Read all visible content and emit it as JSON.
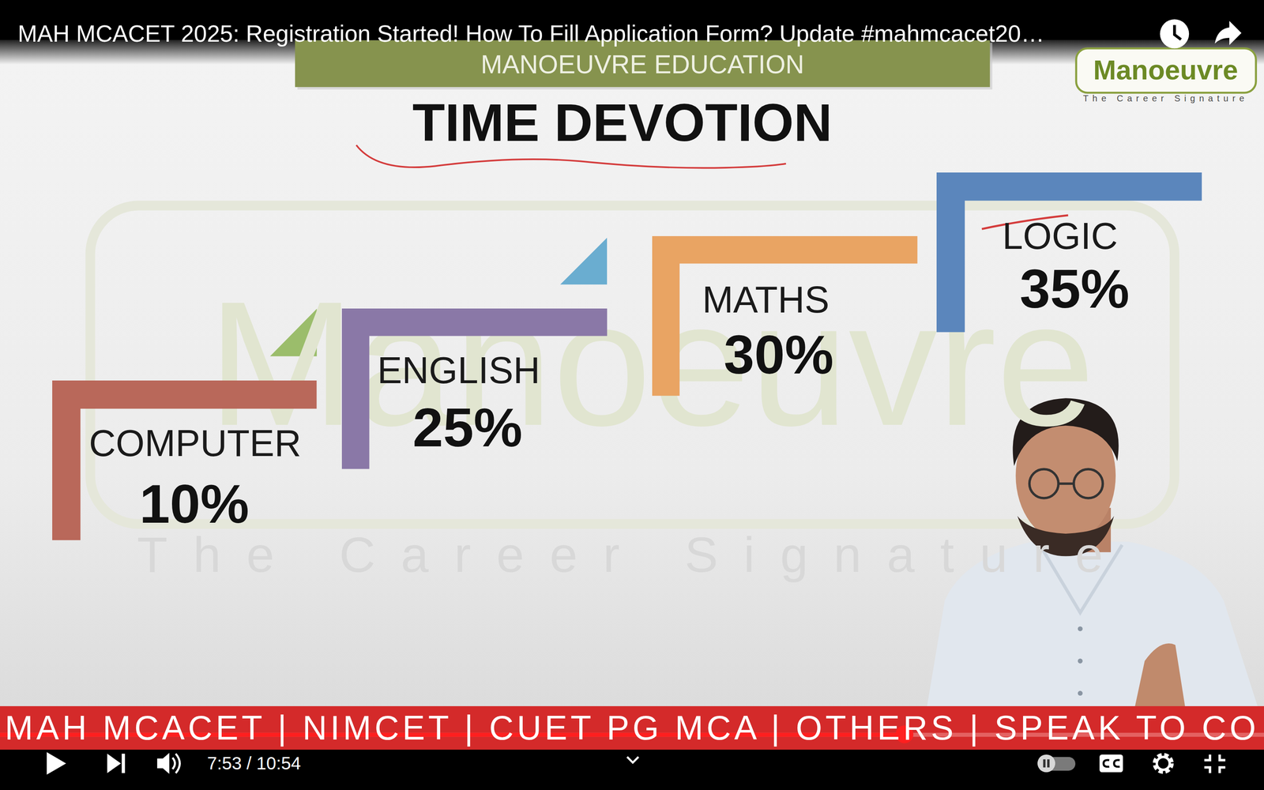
{
  "diagram": {
    "title": "TIME DEVOTION",
    "nodes": [
      {
        "text": [
          "COMPUTER",
          "10%"
        ]
      },
      {
        "text": [
          "ENGLISH",
          "25%"
        ]
      },
      {
        "text": [
          "MATHS",
          "30%"
        ]
      },
      {
        "text": [
          "LOGIC",
          "35%"
        ]
      }
    ],
    "labels": [
      "MAH MCACET 2025: Registration Started! How To Fill Application Form? Update #mahmcacet20…",
      "MANOEUVRE EDUCATION",
      "Manoeuvre",
      "The Career Signature",
      "Manoeuvre",
      "The Career Signature",
      "MAH MCACET | NIMCET | CUET PG MCA | OTHERS | SPEAK TO CO",
      "7:53 / 10:54"
    ]
  }
}
